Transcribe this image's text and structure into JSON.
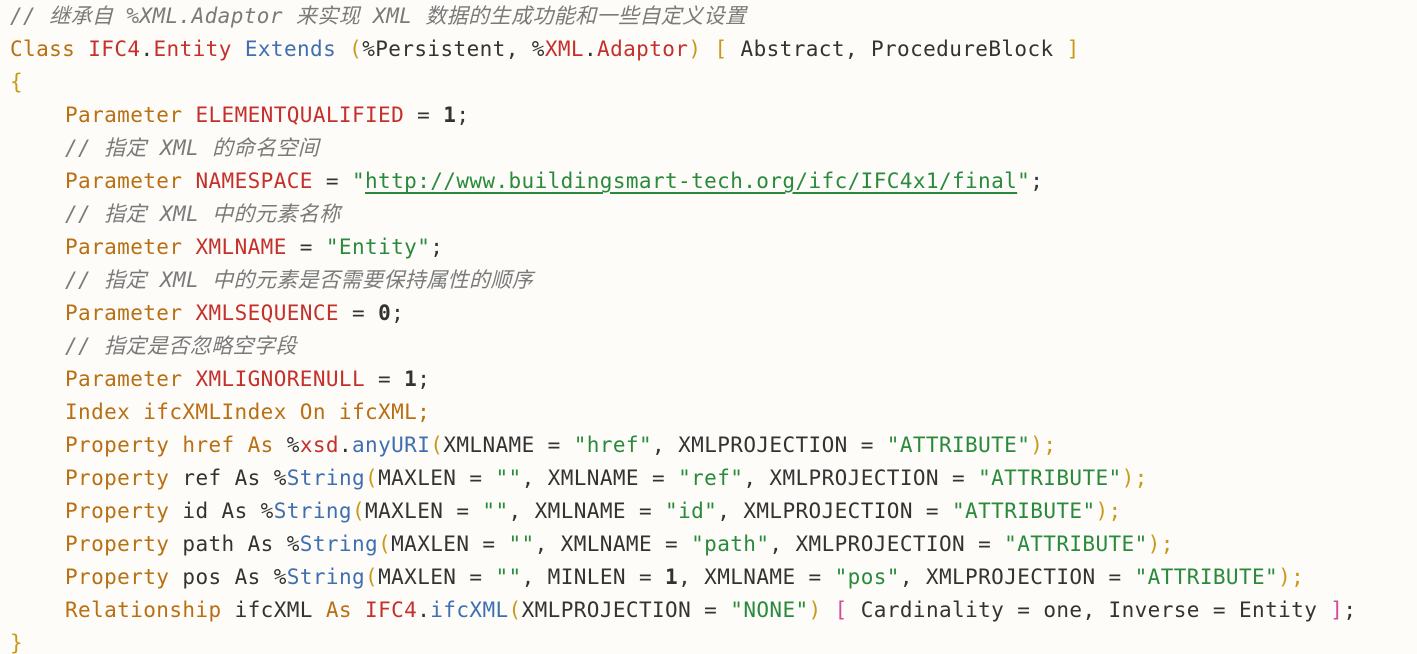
{
  "comment_header": "// 继承自 %XML.Adaptor 来实现 XML 数据的生成功能和一些自定义设置",
  "class_decl": {
    "kw_class": "Class",
    "name_ns": "IFC4",
    "dot": ".",
    "name_cls": "Entity",
    "kw_extends": "Extends",
    "open_paren": "(",
    "sup1": "%Persistent",
    "comma": ", ",
    "sup2_pct": "%",
    "sup2_ns": "XML",
    "sup2_cls": "Adaptor",
    "close_paren": ")",
    "open_bracket": "[",
    "attrs": " Abstract, ProcedureBlock ",
    "close_bracket": "]"
  },
  "brace_open": "{",
  "brace_close": "}",
  "p_elementqualified": {
    "kw": "Parameter",
    "name": "ELEMENTQUALIFIED",
    "eq": " = ",
    "value": "1",
    "end": ";"
  },
  "c_namespace": "// 指定 XML 的命名空间",
  "p_namespace": {
    "kw": "Parameter",
    "name": "NAMESPACE",
    "eq": " = ",
    "q1": "\"",
    "url": "http://www.buildingsmart-tech.org/ifc/IFC4x1/final",
    "q2": "\"",
    "end": ";"
  },
  "c_xmlname": "// 指定 XML 中的元素名称",
  "p_xmlname": {
    "kw": "Parameter",
    "name": "XMLNAME",
    "eq": " = ",
    "value": "\"Entity\"",
    "end": ";"
  },
  "c_xmlsequence": "// 指定 XML 中的元素是否需要保持属性的顺序",
  "p_xmlsequence": {
    "kw": "Parameter",
    "name": "XMLSEQUENCE",
    "eq": " = ",
    "value": "0",
    "end": ";"
  },
  "c_xmlignorenull": "// 指定是否忽略空字段",
  "p_xmlignorenull": {
    "kw": "Parameter",
    "name": "XMLIGNORENULL",
    "eq": " = ",
    "value": "1",
    "end": ";"
  },
  "index_line": {
    "text": "Index ifcXMLIndex On ifcXML;"
  },
  "prop_href": {
    "kw": "Property",
    "name": " href ",
    "as": "As",
    "sp": " ",
    "pct": "%",
    "pkg": "xsd",
    "dot": ".",
    "type": "anyURI",
    "open": "(",
    "a1": "XMLNAME = ",
    "v1": "\"href\"",
    "a2": ", XMLPROJECTION = ",
    "v2": "\"ATTRIBUTE\"",
    "close": ");"
  },
  "prop_ref": {
    "kw": "Property",
    "name": " ref As ",
    "pct": "%",
    "type": "String",
    "open": "(",
    "a1": "MAXLEN = ",
    "v1": "\"\"",
    "a2": ", XMLNAME = ",
    "v2": "\"ref\"",
    "a3": ", XMLPROJECTION = ",
    "v3": "\"ATTRIBUTE\"",
    "close": ");"
  },
  "prop_id": {
    "kw": "Property",
    "name": " id As ",
    "pct": "%",
    "type": "String",
    "open": "(",
    "a1": "MAXLEN = ",
    "v1": "\"\"",
    "a2": ", XMLNAME = ",
    "v2": "\"id\"",
    "a3": ", XMLPROJECTION = ",
    "v3": "\"ATTRIBUTE\"",
    "close": ");"
  },
  "prop_path": {
    "kw": "Property",
    "name": " path As ",
    "pct": "%",
    "type": "String",
    "open": "(",
    "a1": "MAXLEN = ",
    "v1": "\"\"",
    "a2": ", XMLNAME = ",
    "v2": "\"path\"",
    "a3": ", XMLPROJECTION = ",
    "v3": "\"ATTRIBUTE\"",
    "close": ");"
  },
  "prop_pos": {
    "kw": "Property",
    "name": " pos As ",
    "pct": "%",
    "type": "String",
    "open": "(",
    "a1": "MAXLEN = ",
    "v1": "\"\"",
    "a2": ", MINLEN = ",
    "n1": "1",
    "a3": ", XMLNAME = ",
    "v3": "\"pos\"",
    "a4": ", XMLPROJECTION = ",
    "v4": "\"ATTRIBUTE\"",
    "close": ");"
  },
  "relationship": {
    "kw": "Relationship",
    "name": " ifcXML ",
    "as": "As",
    "sp": " ",
    "ns": "IFC4",
    "dot": ".",
    "type": "ifcXML",
    "open": "(",
    "a1": "XMLPROJECTION = ",
    "v1": "\"NONE\"",
    "close": ")",
    "sp2": " ",
    "ob": "[",
    "attrs": " Cardinality = one, Inverse = Entity ",
    "cb": "]",
    "end": ";"
  }
}
